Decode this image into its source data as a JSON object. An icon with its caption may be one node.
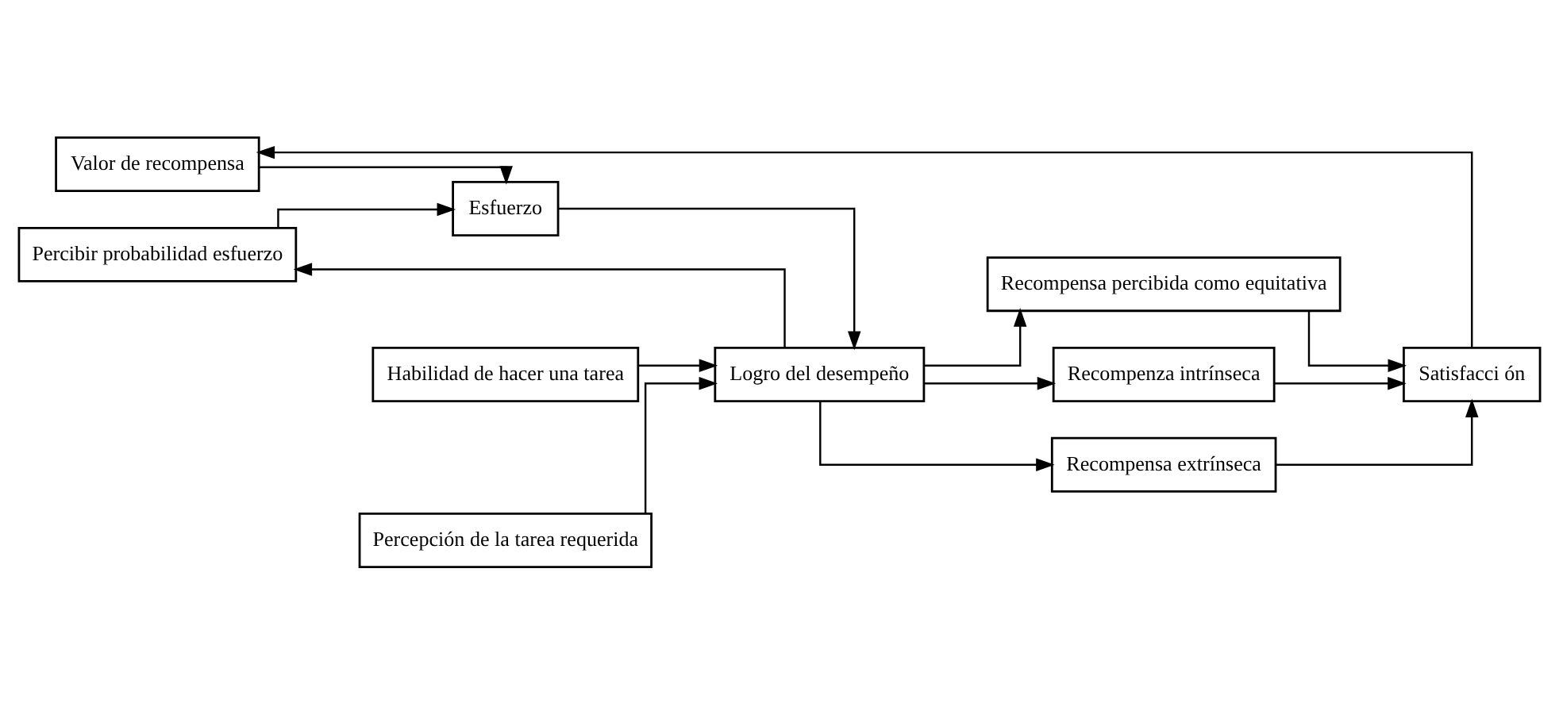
{
  "diagram": {
    "nodes": [
      {
        "text": [
          "Valor de recompensa"
        ]
      },
      {
        "text": [
          "Habilidad de hacer una tarea"
        ]
      },
      {
        "text": [
          "Recompensa percibida como equitativa"
        ]
      },
      {
        "text": [
          "Esfuerzo"
        ]
      },
      {
        "text": [
          "Logro del desempeño"
        ]
      },
      {
        "text": [
          "Recompenza intrínseca"
        ]
      },
      {
        "text": [
          "Satisfacci ón"
        ]
      },
      {
        "text": [
          "Percibir probabilidad esfuerzo"
        ]
      },
      {
        "text": [
          "Percepción de la tarea requerida"
        ]
      },
      {
        "text": [
          "Recompensa extrínseca"
        ]
      }
    ],
    "edges": [
      {
        "from": 0,
        "to": 3,
        "arrow": "to"
      },
      {
        "from": 7,
        "to": 3,
        "arrow": "to"
      },
      {
        "from": 3,
        "to": 4,
        "arrow": "to"
      },
      {
        "from": 1,
        "to": 4,
        "arrow": "to"
      },
      {
        "from": 8,
        "to": 4,
        "arrow": "to"
      },
      {
        "from": 4,
        "to": 2,
        "arrow": "to"
      },
      {
        "from": 4,
        "to": 5,
        "arrow": "to"
      },
      {
        "from": 4,
        "to": 9,
        "arrow": "to"
      },
      {
        "from": 4,
        "to": 7,
        "arrow": "to"
      },
      {
        "from": 2,
        "to": 6,
        "arrow": "to"
      },
      {
        "from": 5,
        "to": 6,
        "arrow": "to"
      },
      {
        "from": 9,
        "to": 6,
        "arrow": "to"
      },
      {
        "from": 6,
        "to": 0,
        "arrow": "to"
      }
    ]
  }
}
